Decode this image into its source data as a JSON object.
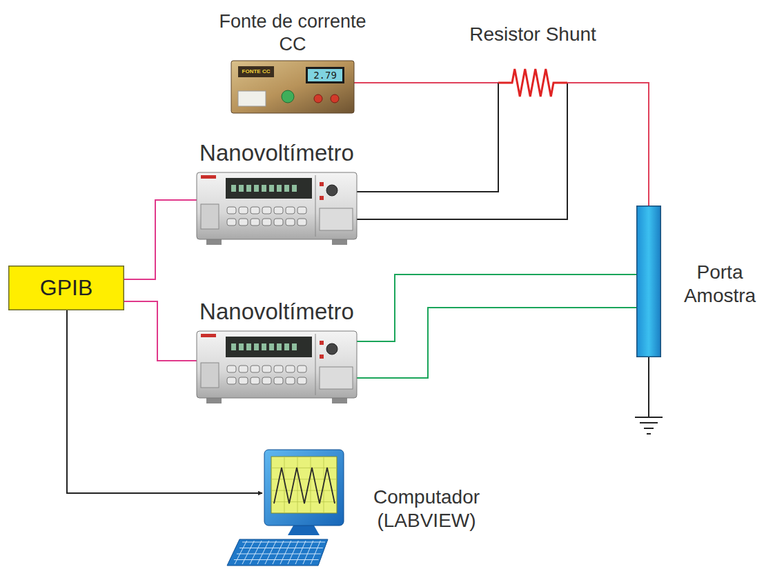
{
  "diagram": {
    "nodes": [
      {
        "text": [
          "Fonte de corrente CC",
          "FONTE CC",
          "2.79"
        ]
      },
      {
        "text": [
          "Resistor Shunt"
        ]
      },
      {
        "text": [
          "Nanovoltímetro"
        ]
      },
      {
        "text": [
          "GPIB"
        ]
      },
      {
        "text": [
          "Nanovoltímetro"
        ]
      },
      {
        "text": [
          "Porta Amostra"
        ]
      },
      {
        "text": [
          "Computador (LABVIEW)"
        ]
      }
    ],
    "edges": [
      {
        "from": 0,
        "to": 1,
        "arrow": "none"
      },
      {
        "from": 2,
        "to": 1,
        "arrow": "none"
      },
      {
        "from": 2,
        "to": 1,
        "arrow": "none"
      },
      {
        "from": 1,
        "to": 5,
        "arrow": "none"
      },
      {
        "from": 3,
        "to": 2,
        "arrow": "none"
      },
      {
        "from": 3,
        "to": 4,
        "arrow": "none"
      },
      {
        "from": 4,
        "to": 5,
        "arrow": "none"
      },
      {
        "from": 4,
        "to": 5,
        "arrow": "none"
      },
      {
        "from": 3,
        "to": 6,
        "arrow": "to"
      }
    ]
  }
}
